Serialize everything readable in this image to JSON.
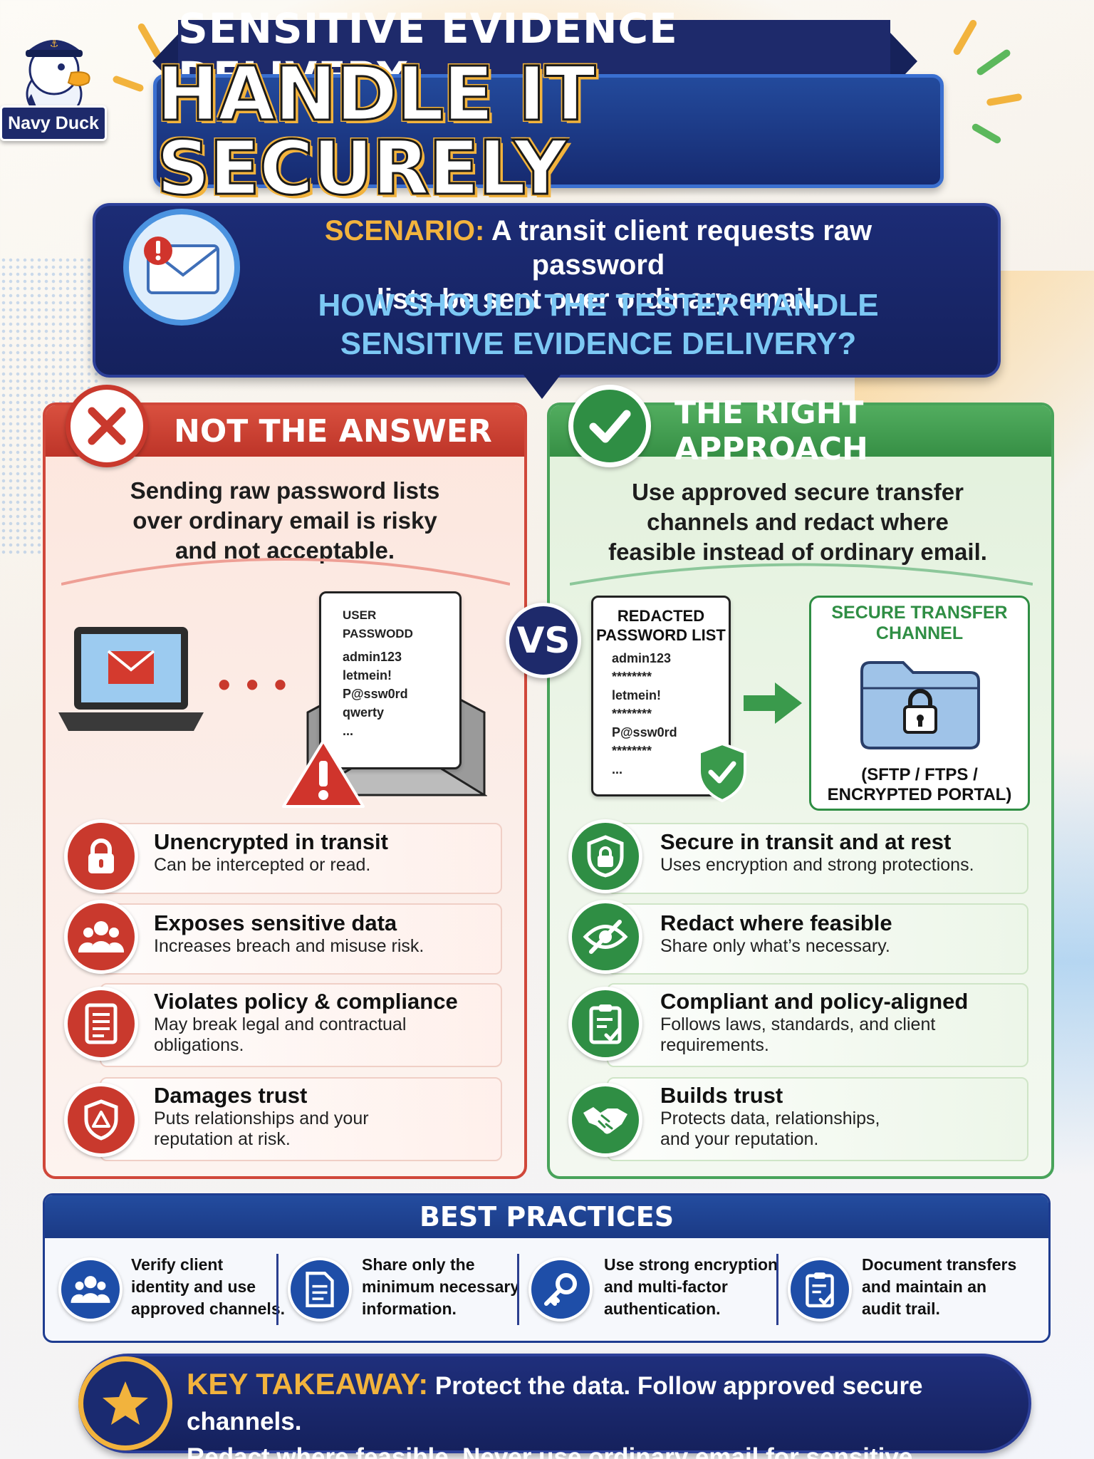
{
  "brand": {
    "mascot_label": "Navy Duck"
  },
  "header": {
    "ribbon": "SENSITIVE EVIDENCE DELIVERY",
    "headline": "HANDLE IT SECURELY"
  },
  "scenario": {
    "label": "SCENARIO:",
    "text_line1": "A transit client requests raw password",
    "text_line2": "lists be sent over ordinary email.",
    "question_line1": "HOW SHOULD THE TESTER HANDLE",
    "question_line2": "SENSITIVE EVIDENCE DELIVERY?"
  },
  "wrong": {
    "heading": "NOT THE ANSWER",
    "lead_line1": "Sending raw password lists",
    "lead_line2": "over ordinary email is risky",
    "lead_line3": "and not acceptable.",
    "letter_lines": [
      "USER",
      "PASSWODD",
      "admin123",
      "letmein!",
      "P@ssw0rd",
      "qwerty",
      "..."
    ],
    "dots": "• • •",
    "items": [
      {
        "icon": "lock-icon",
        "title": "Unencrypted in transit",
        "sub1": "Can be intercepted or read.",
        "sub2": ""
      },
      {
        "icon": "users-icon",
        "title": "Exposes sensitive data",
        "sub1": "Increases breach and misuse risk.",
        "sub2": ""
      },
      {
        "icon": "document-icon",
        "title": "Violates policy & compliance",
        "sub1": "May break legal and contractual",
        "sub2": "obligations."
      },
      {
        "icon": "shield-warning-icon",
        "title": "Damages trust",
        "sub1": "Puts relationships and your",
        "sub2": "reputation at risk."
      }
    ]
  },
  "vs": "VS",
  "right": {
    "heading": "THE RIGHT APPROACH",
    "lead_line1": "Use approved secure transfer",
    "lead_line2": "channels and redact where",
    "lead_line3": "feasible instead of ordinary email.",
    "redacted_title1": "REDACTED",
    "redacted_title2": "PASSWORD LIST",
    "redacted_lines": [
      "admin123",
      "********",
      "letmein!",
      "********",
      "P@ssw0rd",
      "********",
      "..."
    ],
    "channel_title1": "SECURE TRANSFER",
    "channel_title2": "CHANNEL",
    "channel_sub1": "(SFTP / FTPS /",
    "channel_sub2": "ENCRYPTED PORTAL)",
    "items": [
      {
        "icon": "shield-lock-icon",
        "title": "Secure in transit and at rest",
        "sub1": "Uses encryption and strong protections.",
        "sub2": ""
      },
      {
        "icon": "eye-slash-icon",
        "title": "Redact where feasible",
        "sub1": "Share only what’s necessary.",
        "sub2": ""
      },
      {
        "icon": "clipboard-check-icon",
        "title": "Compliant and policy-aligned",
        "sub1": "Follows laws, standards, and client",
        "sub2": "requirements."
      },
      {
        "icon": "handshake-icon",
        "title": "Builds trust",
        "sub1": "Protects data, relationships,",
        "sub2": "and your reputation."
      }
    ]
  },
  "best_practices": {
    "heading": "BEST PRACTICES",
    "items": [
      {
        "icon": "users-icon",
        "line1": "Verify client",
        "line2": "identity and use",
        "line3": "approved channels."
      },
      {
        "icon": "document-icon",
        "line1": "Share only the",
        "line2": "minimum necessary",
        "line3": "information."
      },
      {
        "icon": "key-icon",
        "line1": "Use strong encryption",
        "line2": "and multi-factor",
        "line3": "authentication."
      },
      {
        "icon": "clipboard-check-icon",
        "line1": "Document transfers",
        "line2": "and maintain an",
        "line3": "audit trail."
      }
    ]
  },
  "takeaway": {
    "label": "KEY TAKEAWAY:",
    "line1": "Protect the data. Follow approved secure channels.",
    "line2": "Redact where feasible. Never use ordinary email for sensitive evidence."
  },
  "colors": {
    "navy": "#1e2a6b",
    "red": "#c9392d",
    "green": "#2f8e44",
    "gold": "#f2b33d",
    "sky": "#7cc8f4"
  }
}
